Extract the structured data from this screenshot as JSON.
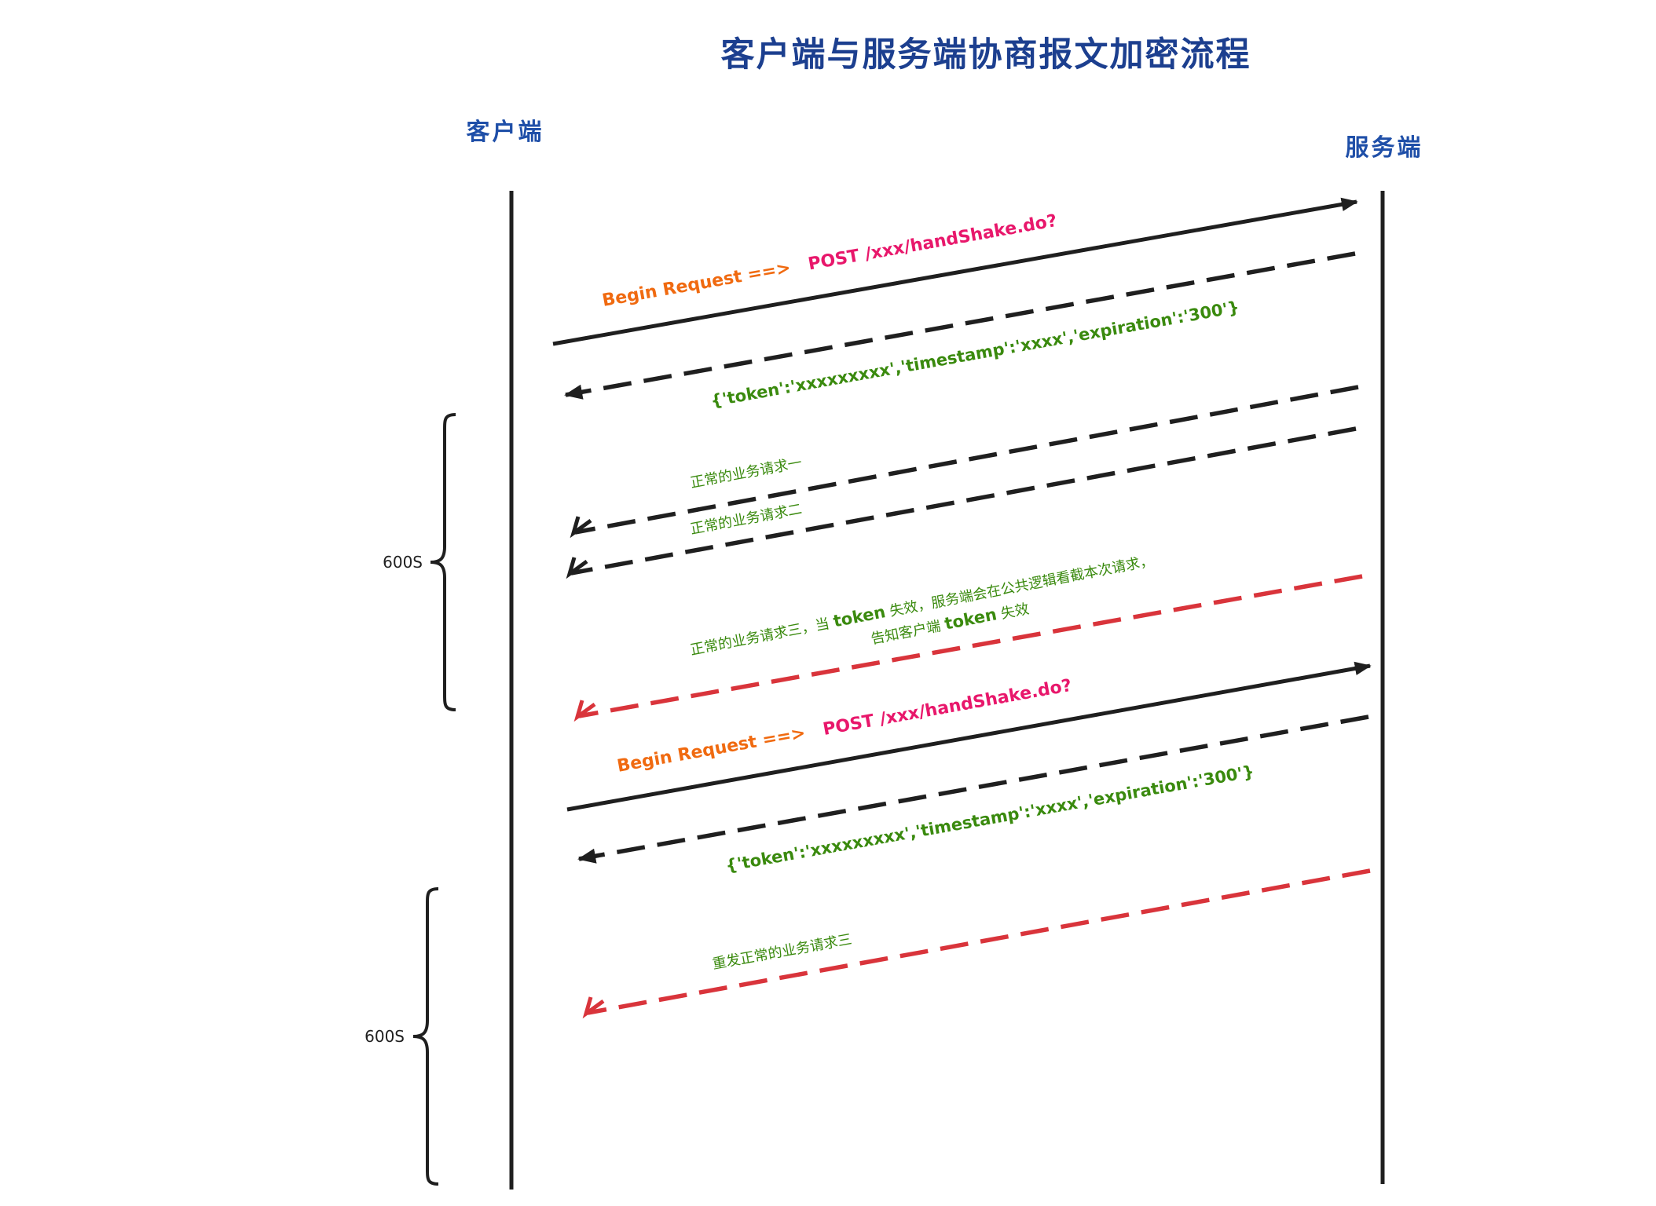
{
  "title": "客户端与服务端协商报文加密流程",
  "actors": {
    "client": "客户端",
    "server": "服务端"
  },
  "messages": [
    {
      "id": "handshake-1",
      "direction": "client-to-server",
      "style": "solid",
      "color": "#1f1f1f",
      "label_prefix": "Begin Request ==>",
      "label_suffix": "POST /xxx/handShake.do?"
    },
    {
      "id": "token-response-1",
      "direction": "server-to-client",
      "style": "dashed",
      "color": "#1f1f1f",
      "label": "{'token':'xxxxxxxxx','timestamp':'xxxx','expiration':'300'}"
    },
    {
      "id": "business-request-1",
      "direction": "server-to-client",
      "style": "dashed",
      "color": "#1f1f1f",
      "label": "正常的业务请求一"
    },
    {
      "id": "business-request-2",
      "direction": "server-to-client",
      "style": "dashed",
      "color": "#1f1f1f",
      "label": "正常的业务请求二"
    },
    {
      "id": "business-request-3",
      "direction": "server-to-client",
      "style": "dashed",
      "color": "#d9343b",
      "label_line1_a": "正常的业务请求三，当 ",
      "label_line1_token": "token",
      "label_line1_b": " 失效，服务端会在公共逻辑看截本次请求，",
      "label_line2_a": "告知客户端 ",
      "label_line2_token": "token",
      "label_line2_b": " 失效"
    },
    {
      "id": "handshake-2",
      "direction": "client-to-server",
      "style": "solid",
      "color": "#1f1f1f",
      "label_prefix": "Begin Request ==>",
      "label_suffix": "POST /xxx/handShake.do?"
    },
    {
      "id": "token-response-2",
      "direction": "server-to-client",
      "style": "dashed",
      "color": "#1f1f1f",
      "label": "{'token':'xxxxxxxxx','timestamp':'xxxx','expiration':'300'}"
    },
    {
      "id": "resend-request-3",
      "direction": "server-to-client",
      "style": "dashed",
      "color": "#d9343b",
      "label": "重发正常的业务请求三"
    }
  ],
  "braces": [
    {
      "label": "600S"
    },
    {
      "label": "600S"
    }
  ]
}
